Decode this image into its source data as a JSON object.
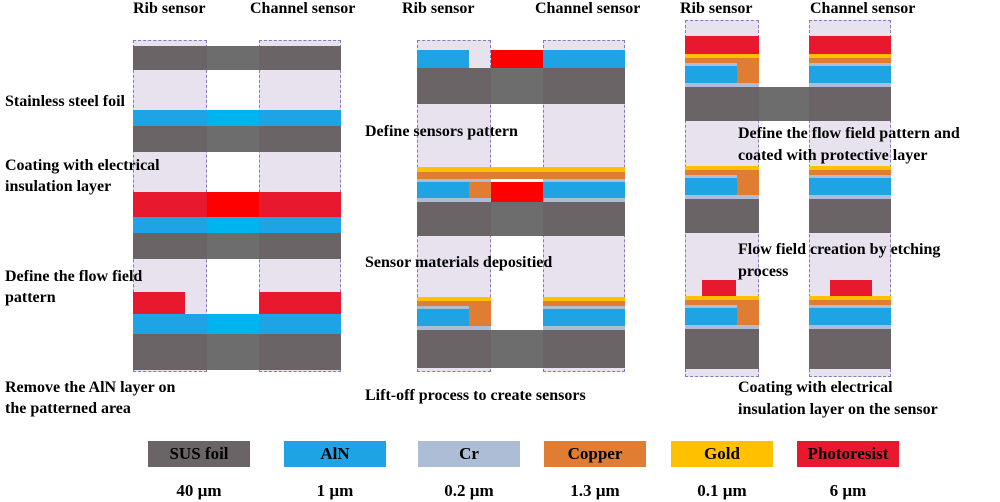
{
  "headers": {
    "rib": "Rib sensor",
    "channel": "Channel sensor"
  },
  "steps": {
    "s1": "Stainless steel foil",
    "s2a": "Coating with electrical",
    "s2b": "insulation layer",
    "s3a": "Define the flow field",
    "s3b": "pattern",
    "s4a": "Remove the AlN layer on",
    "s4b": "the patterned area",
    "s5": "Define sensors pattern",
    "s6": "Sensor materials depositied",
    "s7": "Lift-off process to create sensors",
    "s8a": "Define the flow field pattern and",
    "s8b": "coated with protective layer",
    "s9a": "Flow field creation by etching",
    "s9b": "process",
    "s10a": "Coating with electrical",
    "s10b": "insulation layer on the sensor"
  },
  "legend": [
    {
      "label": "SUS foil",
      "thickness": "40 µm",
      "color": "#6b6467"
    },
    {
      "label": "AlN",
      "thickness": "1 µm",
      "color": "#1ea3e4"
    },
    {
      "label": "Cr",
      "thickness": "0.2 µm",
      "color": "#aebdd6"
    },
    {
      "label": "Copper",
      "thickness": "1.3 µm",
      "color": "#e17d33"
    },
    {
      "label": "Gold",
      "thickness": "0.1 µm",
      "color": "#ffc000"
    },
    {
      "label": "Photoresist",
      "thickness": "6 µm",
      "color": "#e8192e"
    }
  ]
}
